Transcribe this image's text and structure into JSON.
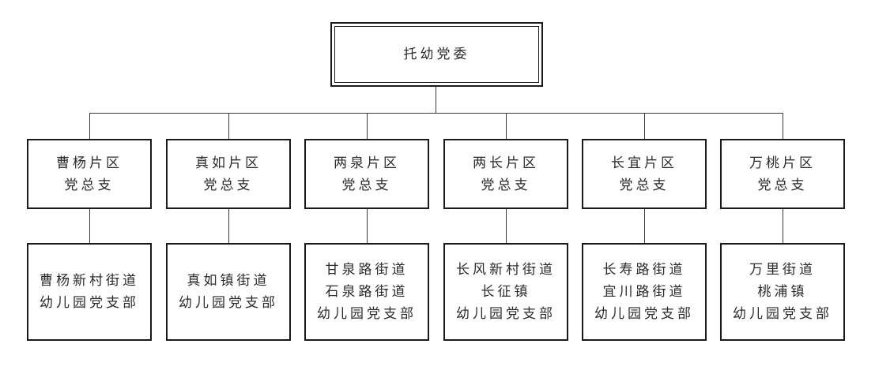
{
  "org_chart": {
    "root": {
      "label": "托幼党委"
    },
    "branches": [
      {
        "district": "曹杨片区\n党总支",
        "kindergarten": "曹杨新村街道\n幼儿园党支部"
      },
      {
        "district": "真如片区\n党总支",
        "kindergarten": "真如镇街道\n幼儿园党支部"
      },
      {
        "district": "两泉片区\n党总支",
        "kindergarten": "甘泉路街道\n石泉路街道\n幼儿园党支部"
      },
      {
        "district": "两长片区\n党总支",
        "kindergarten": "长风新村街道\n长征镇\n幼儿园党支部"
      },
      {
        "district": "长宜片区\n党总支",
        "kindergarten": "长寿路街道\n宜川路街道\n幼儿园党支部"
      },
      {
        "district": "万桃片区\n党总支",
        "kindergarten": "万里街道\n桃浦镇\n幼儿园党支部"
      }
    ],
    "colors": {
      "box_border": "#1a1a1a",
      "connector": "#3a3a3a",
      "text": "#2b2b2b",
      "background": "#ffffff"
    }
  }
}
